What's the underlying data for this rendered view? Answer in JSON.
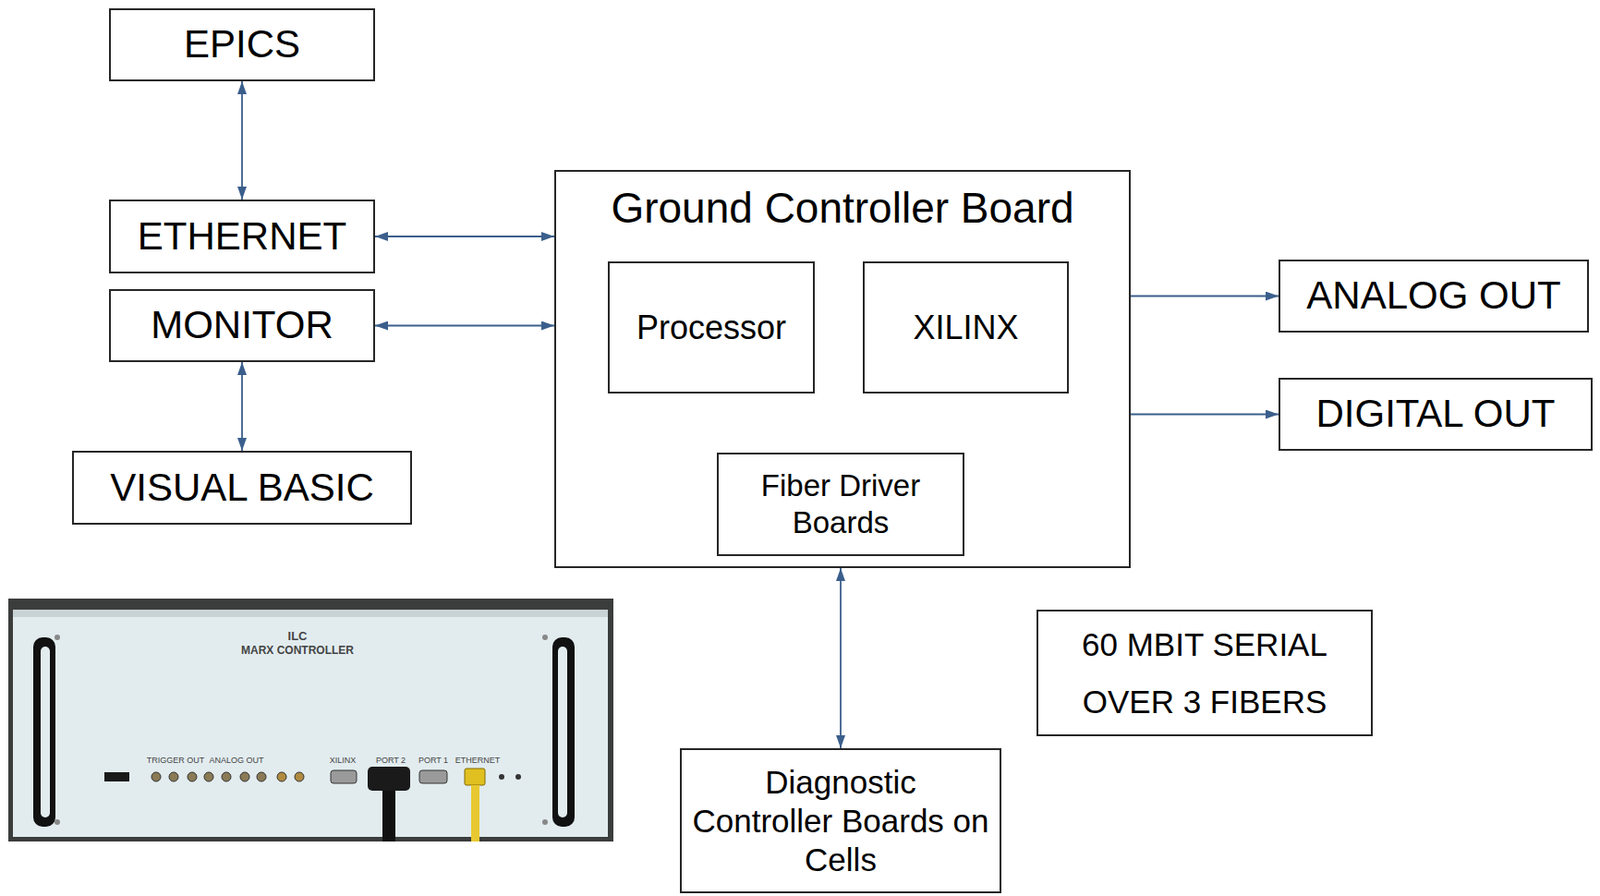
{
  "diagram": {
    "nodes": [
      {
        "text": [
          "EPICS"
        ]
      },
      {
        "text": [
          "ETHERNET"
        ]
      },
      {
        "text": [
          "MONITOR"
        ]
      },
      {
        "text": [
          "VISUAL BASIC"
        ]
      },
      {
        "text": [
          "Ground Controller Board"
        ]
      },
      {
        "text": [
          "Processor"
        ],
        "in": 4
      },
      {
        "text": [
          "XILINX"
        ],
        "in": 4
      },
      {
        "text": [
          "Fiber Driver Boards"
        ],
        "in": 4
      },
      {
        "text": [
          "ANALOG OUT"
        ]
      },
      {
        "text": [
          "DIGITAL OUT"
        ]
      },
      {
        "text": [
          "60 MBIT SERIAL OVER 3 FIBERS"
        ]
      },
      {
        "text": [
          "Diagnostic Controller Boards on Cells"
        ]
      }
    ],
    "edges": [
      {
        "from": 0,
        "to": 1,
        "arrow": "both"
      },
      {
        "from": 1,
        "to": 4,
        "arrow": "both"
      },
      {
        "from": 2,
        "to": 4,
        "arrow": "both"
      },
      {
        "from": 2,
        "to": 3,
        "arrow": "both"
      },
      {
        "from": 4,
        "to": 8,
        "arrow": "to"
      },
      {
        "from": 4,
        "to": 9,
        "arrow": "to"
      },
      {
        "from": 4,
        "to": 11,
        "arrow": "both"
      }
    ],
    "labels": [
      "ILC",
      "MARX CONTROLLER",
      "TRIGGER OUT",
      "ANALOG OUT",
      "XILINX",
      "PORT 2",
      "PORT 1",
      "ETHERNET"
    ]
  }
}
